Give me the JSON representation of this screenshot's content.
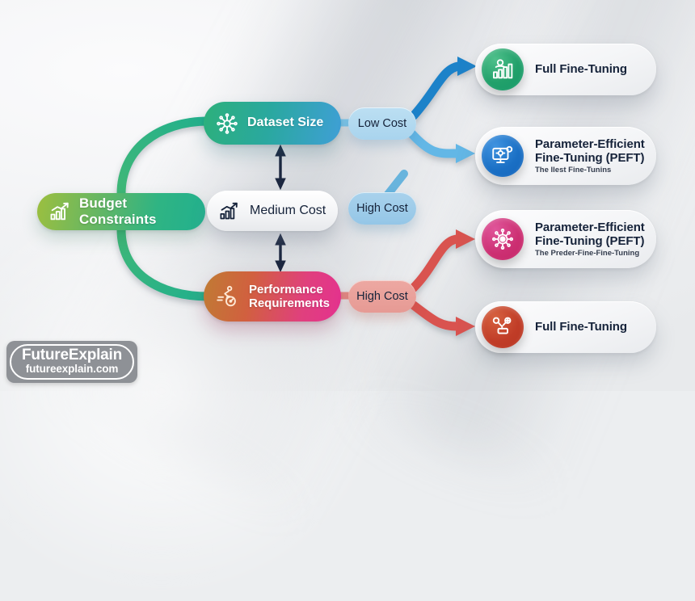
{
  "diagram": {
    "root": {
      "label": "Budget Constraints",
      "icon": "bar-chart-growth-icon",
      "color": "#2fb483"
    },
    "criteria": [
      {
        "label": "Dataset Size",
        "icon": "network-hub-icon",
        "color": "#2aa8a0"
      },
      {
        "label": "Medium Cost",
        "icon": "bar-chart-growth-icon",
        "color": "#16233a"
      },
      {
        "label": "Performance Requirements",
        "icon": "runner-speedometer-icon",
        "color": "#e0407d"
      }
    ],
    "costs": [
      {
        "label": "Low Cost",
        "color": "#a9d4ee"
      },
      {
        "label": "High Cost",
        "color": "#94c6e7"
      },
      {
        "label": "High Cost",
        "color": "#e69a94"
      }
    ],
    "outcomes": [
      {
        "title": "Full Fine-Tuning",
        "subtitle": "",
        "icon": "chart-person-icon",
        "badge_color": "#21a06a"
      },
      {
        "title": "Parameter-Efficient Fine-Tuning (PEFT)",
        "subtitle": "The llest Fine-Tunins",
        "icon": "monitor-settings-icon",
        "badge_color": "#1a6fc4"
      },
      {
        "title": "Parameter-Efficient Fine-Tuning (PEFT)",
        "subtitle": "The Preder-Fine-Fine-Tuning",
        "icon": "network-hub-icon",
        "badge_color": "#cc2f72"
      },
      {
        "title": "Full Fine-Tuning",
        "subtitle": "",
        "icon": "node-link-icon",
        "badge_color": "#c03c27"
      }
    ],
    "connector_colors": {
      "root_branch": "#2cb483",
      "arrow_blue_dark": "#1d82c9",
      "arrow_blue_light": "#63b7e6",
      "arrow_red": "#d9534f",
      "vertical_double_arrow": "#1c2740"
    }
  },
  "watermark": {
    "brand": "FutureExplain",
    "site": "futureexplain.com"
  }
}
